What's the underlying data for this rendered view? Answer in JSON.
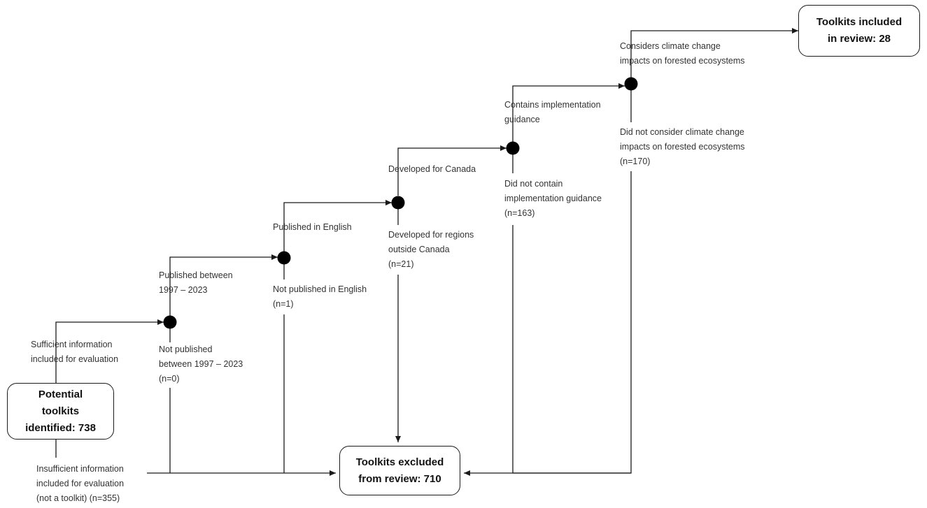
{
  "boxes": {
    "start": "Potential\ntoolkits\nidentified: 738",
    "excluded": "Toolkits excluded\nfrom review: 710",
    "included": "Toolkits included\nin review: 28"
  },
  "steps": [
    {
      "include": "Sufficient information\nincluded for evaluation",
      "exclude": "Insufficient information\nincluded for evaluation\n(not a toolkit) (n=355)"
    },
    {
      "include": "Published between\n1997 – 2023",
      "exclude": "Not published\nbetween 1997 – 2023\n(n=0)"
    },
    {
      "include": "Published in English",
      "exclude": "Not published in English\n(n=1)"
    },
    {
      "include": "Developed for Canada",
      "exclude": "Developed for regions\noutside Canada\n(n=21)"
    },
    {
      "include": "Contains implementation\nguidance",
      "exclude": "Did not contain\nimplementation guidance\n(n=163)"
    },
    {
      "include": "Considers climate change\nimpacts on forested ecosystems",
      "exclude": "Did not consider climate change\nimpacts on forested ecosystems\n(n=170)"
    }
  ]
}
